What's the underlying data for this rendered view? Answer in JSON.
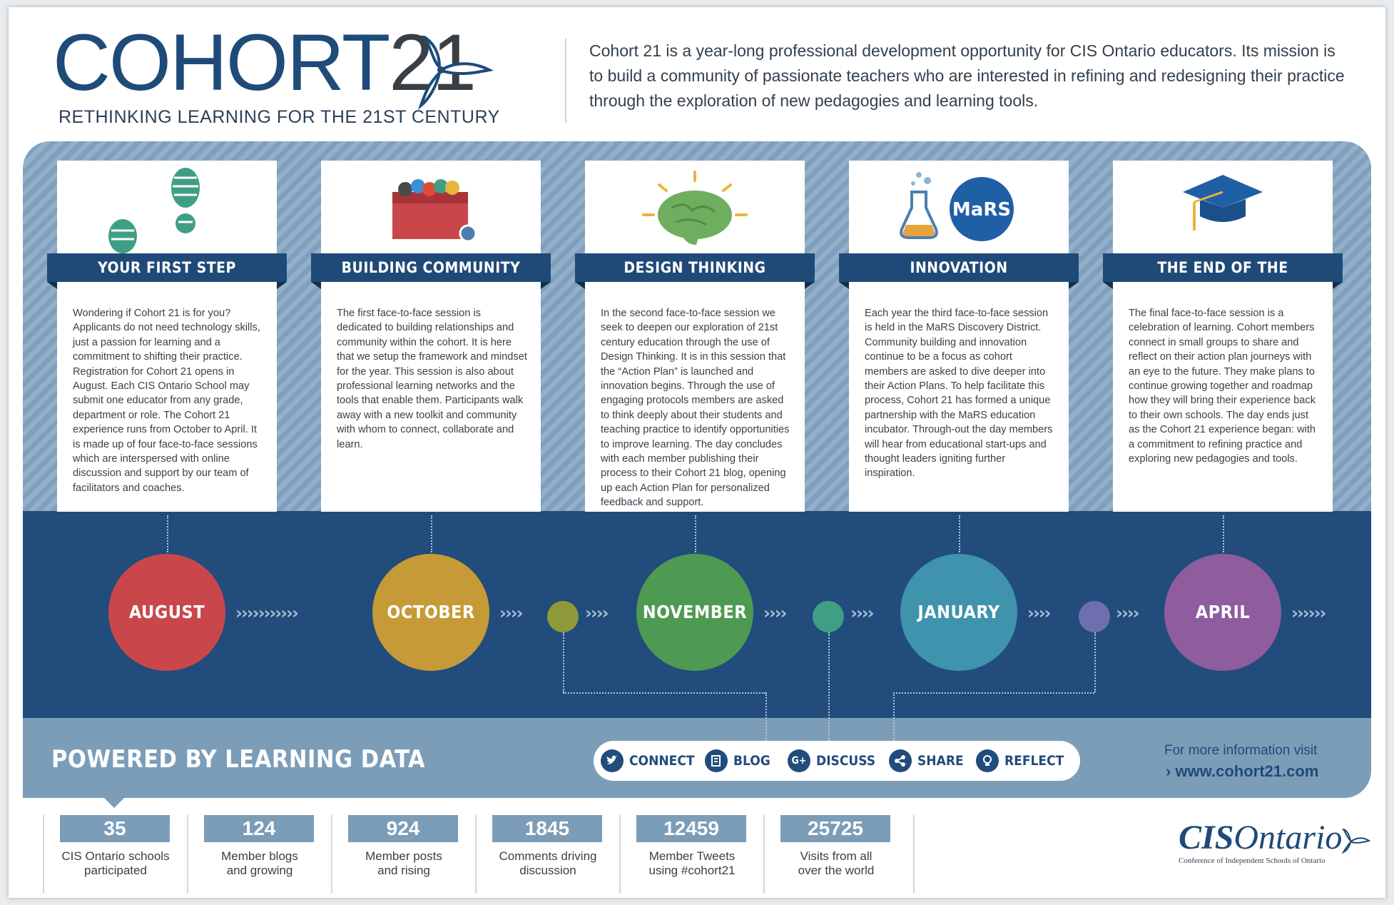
{
  "header": {
    "brand_word": "COHORT",
    "brand_num": "21",
    "tagline": "RETHINKING LEARNING FOR THE 21ST CENTURY",
    "mission": "Cohort 21 is a year-long professional development opportunity for CIS Ontario educators. Its mission is to build a community of passionate teachers who are interested in refining and redesigning their practice through the exploration of new pedagogies and learning tools."
  },
  "cards": [
    {
      "title": "YOUR FIRST STEP",
      "icon": "footprints-icon",
      "body": "Wondering if Cohort 21 is for you? Applicants do not need technology skills, just a passion for learning and a commitment to shifting their practice. Registration for Cohort 21 opens in August. Each CIS Ontario School may submit one educator from any grade, department or role. The Cohort 21 experience runs from October to April. It is made up of four face-to-face sessions which are interspersed with online discussion and support by our team of facilitators and coaches."
    },
    {
      "title": "BUILDING COMMUNITY",
      "icon": "toolbox-icon",
      "body": "The first face-to-face session is dedicated to building relationships and community within the cohort. It is here that we setup the framework and mindset for the year. This session is also about professional learning networks and the tools that enable them. Participants walk away with a new toolkit and community with whom to connect, collaborate and learn."
    },
    {
      "title": "DESIGN THINKING",
      "icon": "brain-icon",
      "body": "In the second face-to-face session we seek to deepen our exploration of 21st century education through the use of Design Thinking. It is in this session that the “Action Plan” is launched and innovation begins. Through the use of engaging protocols members are asked to think deeply about their students and teaching practice to identify opportunities to improve learning. The day concludes with each member publishing their process to their Cohort 21 blog, opening up each Action Plan for personalized feedback and support."
    },
    {
      "title": "INNOVATION",
      "icon": "mars-flask-icon",
      "badge": "MaRS",
      "body": "Each year the third face-to-face session is held in the MaRS Discovery District. Community building and innovation continue to be a focus as cohort members are asked to dive deeper into their Action Plans. To help facilitate this process, Cohort 21 has formed a unique partnership with the MaRS education incubator. Through-out the day members will hear from educational start-ups and thought leaders igniting further inspiration."
    },
    {
      "title": "THE END OF THE BEGINNING...",
      "icon": "graduation-cap-icon",
      "body": "The final face-to-face session is a celebration of learning. Cohort members connect in small groups to share and reflect on their action plan journeys with an eye to the future. They make plans to continue growing together and roadmap how they will bring their experience back to their own schools. The day ends just as the Cohort 21 experience began: with a commitment to refining practice and exploring new pedagogies and tools."
    }
  ],
  "timeline": {
    "months": [
      {
        "label": "AUGUST",
        "color": "#c9474b"
      },
      {
        "label": "OCTOBER",
        "color": "#c69a36"
      },
      {
        "label": "NOVEMBER",
        "color": "#4f9a53"
      },
      {
        "label": "JANUARY",
        "color": "#3f93ad"
      },
      {
        "label": "APRIL",
        "color": "#8f5c9e"
      }
    ],
    "mini_dots": [
      "#8e9a3a",
      "#3f9f85",
      "#6e6fae"
    ]
  },
  "learning": {
    "title": "POWERED BY LEARNING DATA",
    "actions": [
      {
        "label": "CONNECT",
        "icon": "twitter-icon"
      },
      {
        "label": "BLOG",
        "icon": "blog-icon"
      },
      {
        "label": "DISCUSS",
        "icon": "google-plus-icon"
      },
      {
        "label": "SHARE",
        "icon": "share-icon"
      },
      {
        "label": "REFLECT",
        "icon": "lightbulb-icon"
      }
    ],
    "more_info": "For more information visit",
    "url": "www.cohort21.com"
  },
  "stats": [
    {
      "value": "35",
      "label_1": "CIS Ontario schools",
      "label_2": "participated"
    },
    {
      "value": "124",
      "label_1": "Member blogs",
      "label_2": "and growing"
    },
    {
      "value": "924",
      "label_1": "Member posts",
      "label_2": "and rising"
    },
    {
      "value": "1845",
      "label_1": "Comments driving",
      "label_2": "discussion"
    },
    {
      "value": "12459",
      "label_1": "Member Tweets",
      "label_2": "using #cohort21"
    },
    {
      "value": "25725",
      "label_1": "Visits from all",
      "label_2": "over the world"
    }
  ],
  "footer_logo": {
    "cis": "CIS",
    "ontario": "Ontario",
    "sub": "Conference of Independent Schools of Ontario"
  },
  "colors": {
    "navy": "#214c7c",
    "steel": "#7c9db8"
  }
}
